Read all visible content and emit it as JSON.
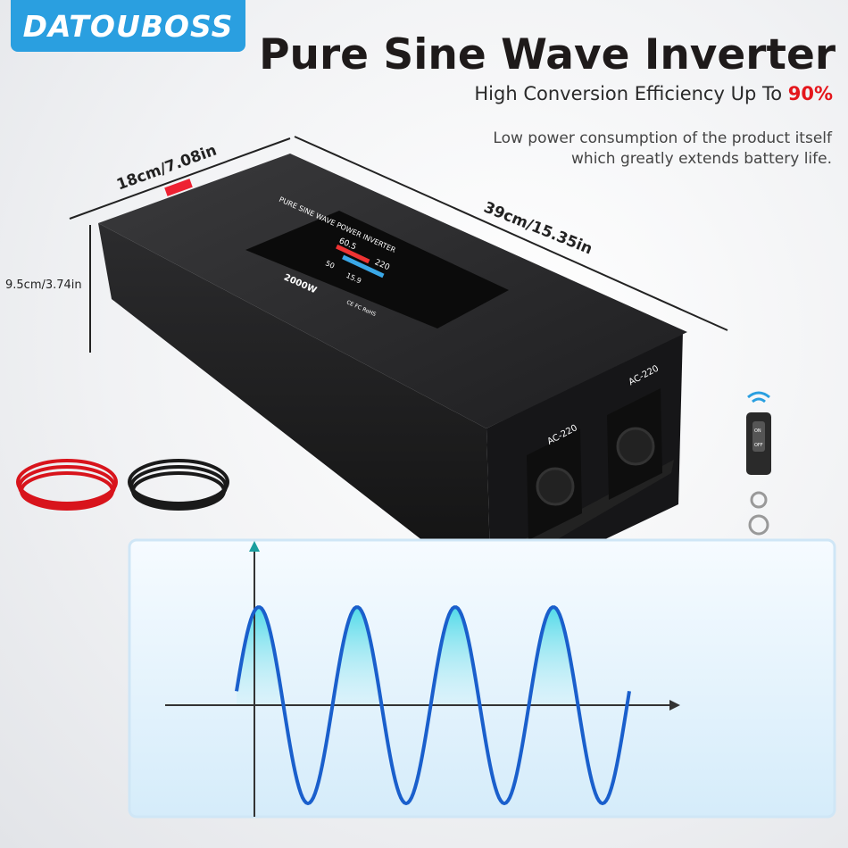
{
  "brand": "DATOUBOSS",
  "header": {
    "title": "Pure Sine Wave Inverter",
    "subtitle": "High Conversion Efficiency Up To ",
    "subtitle_highlight": "90%",
    "description": [
      "Low power consumption of the product itself",
      "which greatly extends battery life."
    ]
  },
  "dimensions": {
    "width": "18cm/7.08in",
    "length": "39cm/15.35in",
    "height": "9.5cm/3.74in"
  },
  "product": {
    "panel_title": "PURE SINE WAVE POWER INVERTER",
    "power": "2000W",
    "input_voltage": "60.5",
    "output_voltage": "220",
    "frequency": "50",
    "secondary": "15.9",
    "certifications": "CE FC RoHS",
    "outlets": [
      "AC-220",
      "AC-220"
    ]
  },
  "remote": {
    "on": "ON",
    "off": "OFF"
  },
  "colors": {
    "brand": "#2a9fe0",
    "highlight": "#e4161c",
    "wave": "#1a5fcc",
    "wave_fill": "#5fe0ea"
  }
}
